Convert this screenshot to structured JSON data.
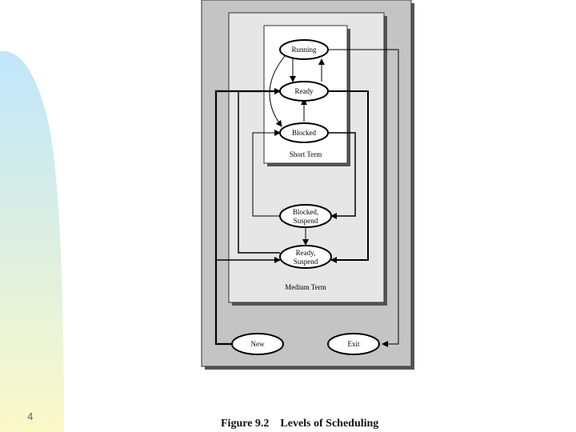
{
  "slide": {
    "number": "4"
  },
  "figure": {
    "caption": "Figure 9.2    Levels of Scheduling"
  },
  "diagram": {
    "states": {
      "running": "Running",
      "ready": "Ready",
      "blocked": "Blocked",
      "blocked_suspend_1": "Blocked,",
      "blocked_suspend_2": "Suspend",
      "ready_suspend_1": "Ready,",
      "ready_suspend_2": "Suspend",
      "new": "New",
      "exit": "Exit"
    },
    "regions": {
      "short_term": "Short Term",
      "medium_term": "Medium Term"
    }
  },
  "colors": {
    "outer_panel": "#c4c4c4",
    "medium_panel": "#e6e6e6",
    "short_panel": "#ffffff",
    "shadow": "#555555",
    "left_gradient_top": "#bfe6fb",
    "left_gradient_bottom": "#fbf9c8"
  }
}
